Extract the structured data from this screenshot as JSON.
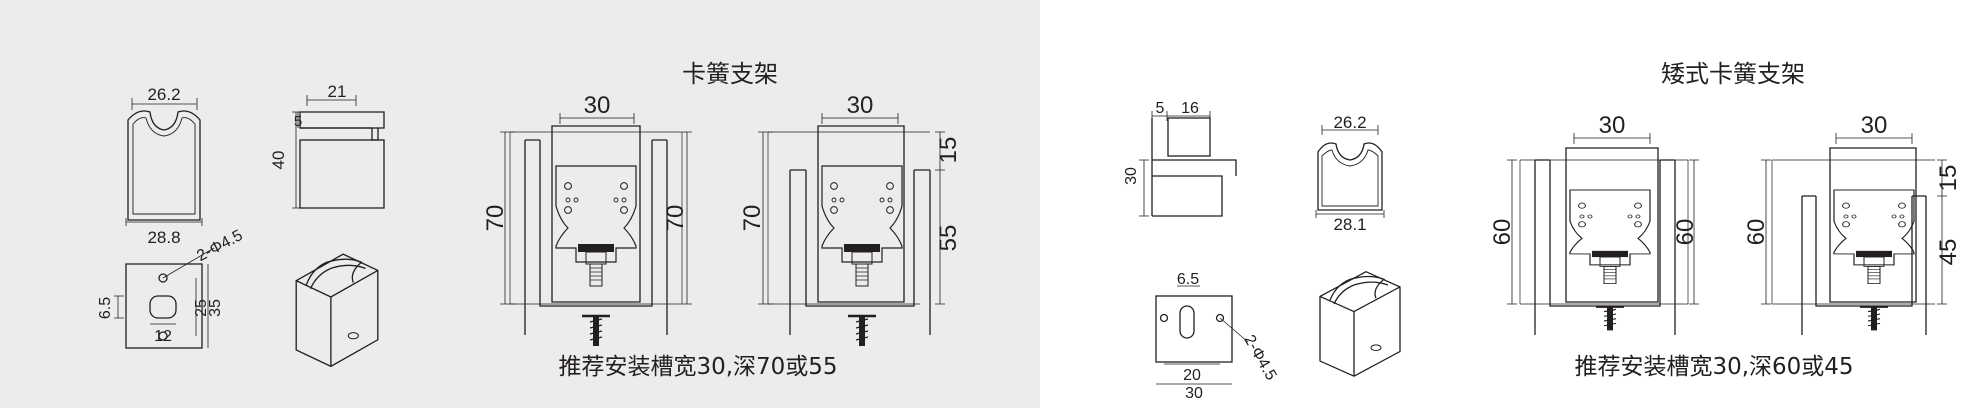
{
  "left": {
    "title": "卡簧支架",
    "note": "推荐安装槽宽30,深70或55",
    "clip_profile": {
      "top": "26.2",
      "bottom": "28.8"
    },
    "side_view": {
      "width": "21",
      "offset": "5",
      "height": "40"
    },
    "base_plate": {
      "hole": "2-Φ4.5",
      "slot_h": "6.5",
      "slot_w": "12",
      "h1": "25",
      "h2": "35"
    },
    "install_a": {
      "width": "30",
      "left_depth": "70",
      "right_depth": "70"
    },
    "install_b": {
      "width": "30",
      "left_depth": "70",
      "top_gap": "15",
      "right_depth": "55"
    }
  },
  "right": {
    "title": "矮式卡簧支架",
    "note": "推荐安装槽宽30,深60或45",
    "side_view": {
      "a": "5",
      "b": "16",
      "height": "30"
    },
    "clip_profile": {
      "top": "26.2",
      "bottom": "28.1"
    },
    "base_plate": {
      "slot_w": "6.5",
      "hole": "2-Φ4.5",
      "inner": "20",
      "outer": "30"
    },
    "install_a": {
      "width": "30",
      "left_depth": "60",
      "right_depth": "60"
    },
    "install_b": {
      "width": "30",
      "left_depth": "60",
      "top_gap": "15",
      "right_depth": "45"
    }
  },
  "colors": {
    "left_bg": "#ececec",
    "right_bg": "#ffffff",
    "line": "#231f20"
  }
}
